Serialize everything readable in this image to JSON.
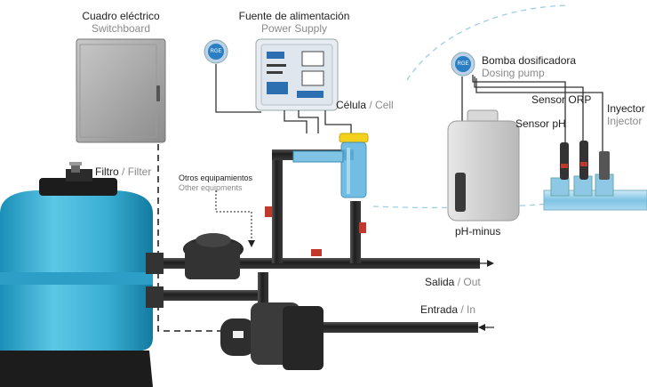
{
  "labels": {
    "switchboard": {
      "es": "Cuadro eléctrico",
      "en": "Switchboard"
    },
    "power_supply": {
      "es": "Fuente de alimentación",
      "en": "Power Supply"
    },
    "dosing_pump": {
      "es": "Bomba dosificadora",
      "en": "Dosing pump"
    },
    "cell": {
      "es": "Célula",
      "sep": " / ",
      "en": "Cell"
    },
    "filter": {
      "es": "Filtro",
      "sep": " / ",
      "en": "Filter"
    },
    "other_equipment": {
      "es": "Otros equipamientos",
      "en": "Other equipments"
    },
    "sensor_orp": {
      "es": "Sensor ORP"
    },
    "sensor_ph": {
      "es": "Sensor pH"
    },
    "injector": {
      "es": "Inyector",
      "en": "Injector"
    },
    "ph_minus": {
      "es": "pH-minus"
    },
    "out": {
      "es": "Salida",
      "sep": " / ",
      "en": "Out"
    },
    "in": {
      "es": "Entrada",
      "sep": " / ",
      "en": "In"
    }
  },
  "logo_text": "RGE",
  "colors": {
    "pipe": "#2b2b2b",
    "filter_tank": "#3fb3d6",
    "filter_base": "#1c1c1c",
    "cabinet": "#a7a7a7",
    "dashed_line": "#9ccfe6",
    "valve_red": "#c0392b",
    "cell_yellow": "#f4d21c",
    "cell_blue": "#63b6e0"
  }
}
